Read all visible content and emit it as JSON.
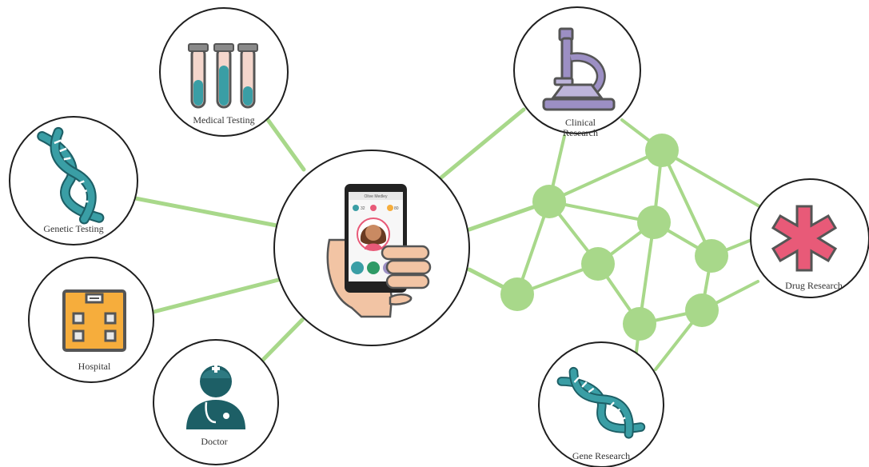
{
  "colors": {
    "network_green": "#a8d88a",
    "teal": "#3a9ea5",
    "dark_teal": "#1d5f66",
    "lavender": "#9c8fc4",
    "pink_star": "#e85a78",
    "orange": "#f6ad3c",
    "skin": "#f2c4a4",
    "outline": "#1f1f1f"
  },
  "nodes": {
    "medical_testing": {
      "label": "Medical Testing",
      "icon": "test-tubes-icon"
    },
    "genetic_testing": {
      "label": "Genetic Testing",
      "icon": "dna-icon"
    },
    "hospital": {
      "label": "Hospital",
      "icon": "hospital-building-icon"
    },
    "doctor": {
      "label": "Doctor",
      "icon": "doctor-icon"
    },
    "center": {
      "label": "",
      "icon": "hand-holding-phone-icon"
    },
    "clinical_research": {
      "label_line1": "Clinical",
      "label_line2": "Research",
      "icon": "microscope-icon"
    },
    "drug_research": {
      "label": "Drug Research",
      "icon": "medical-star-icon"
    },
    "gene_research": {
      "label": "Gene Research",
      "icon": "dna-icon"
    }
  },
  "phone_screen": {
    "header": "Olive Medley",
    "stat1": "32",
    "stat2": "",
    "stat3": "80"
  }
}
